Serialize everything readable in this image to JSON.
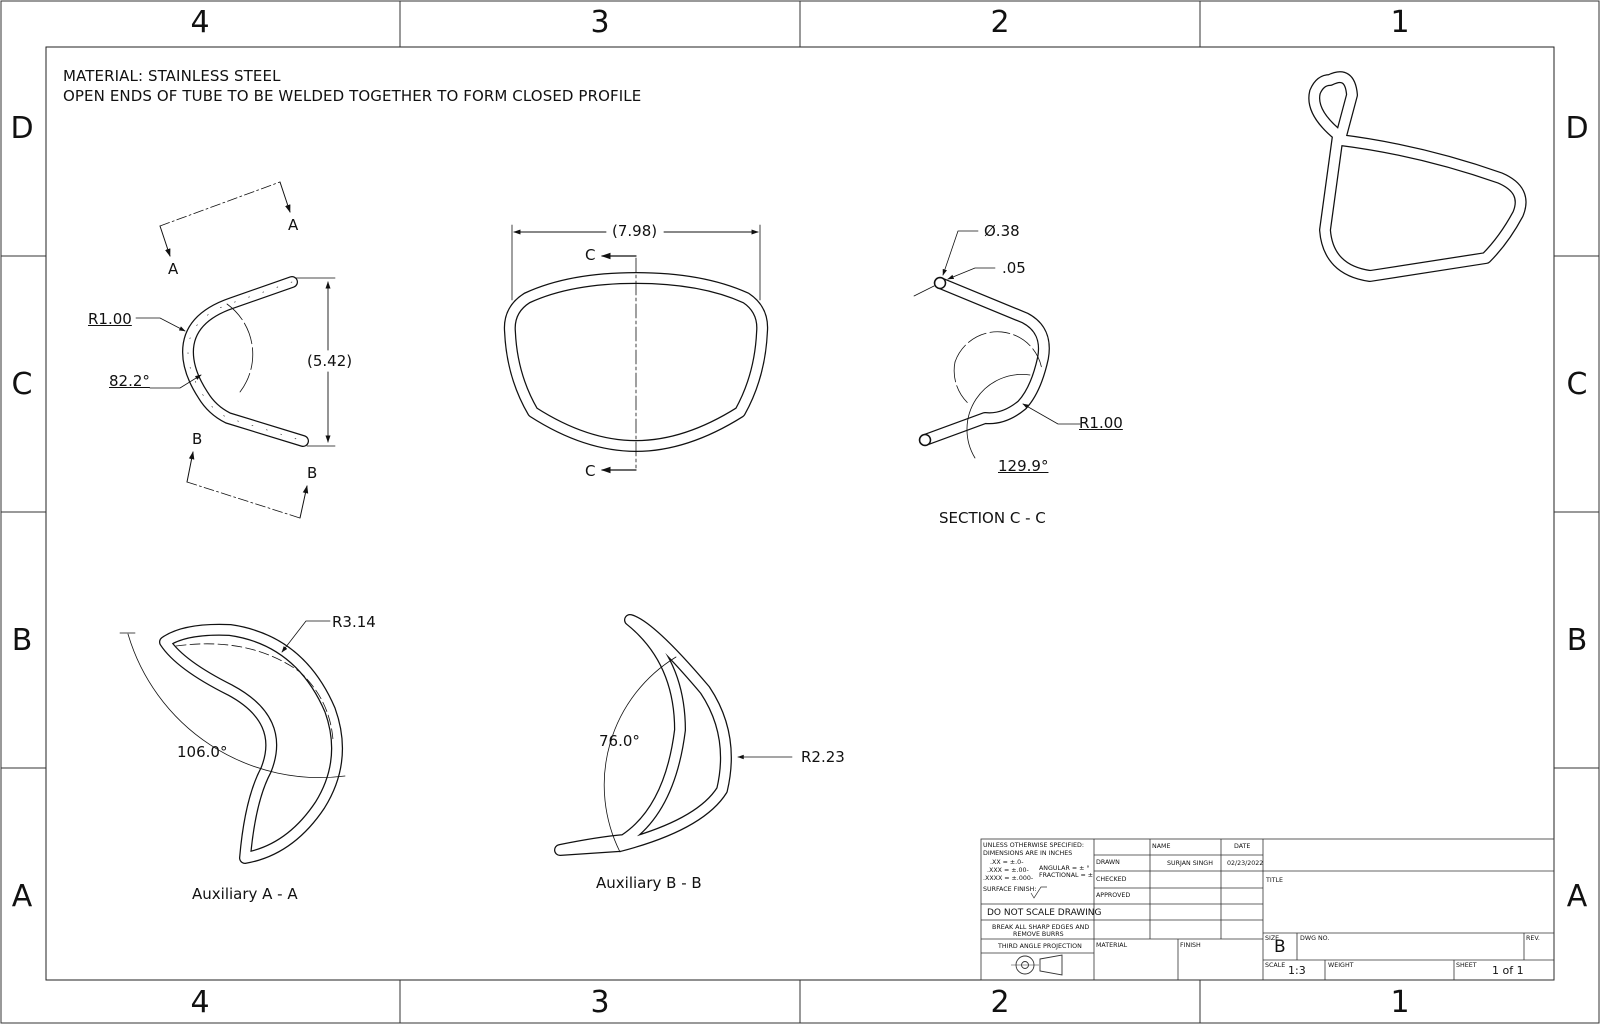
{
  "zones": {
    "columns": [
      "4",
      "3",
      "2",
      "1"
    ],
    "rows": [
      "D",
      "C",
      "B",
      "A"
    ]
  },
  "notes": {
    "material": "MATERIAL: STAINLESS STEEL",
    "weld": "OPEN ENDS OF TUBE TO BE WELDED TOGETHER TO FORM CLOSED PROFILE"
  },
  "views": {
    "front": {
      "section_a1": "A",
      "section_a2": "A",
      "section_b1": "B",
      "section_b2": "B",
      "radius": "R1.00",
      "angle": "82.2°",
      "height": "(5.42)"
    },
    "top": {
      "width": "(7.98)",
      "section_c1": "C",
      "section_c2": "C"
    },
    "section_cc": {
      "diameter": "Ø.38",
      "wall": ".05",
      "radius": "R1.00",
      "angle": "129.9°",
      "title": "SECTION C - C"
    },
    "aux_a": {
      "radius": "R3.14",
      "angle": "106.0°",
      "title": "Auxiliary A - A"
    },
    "aux_b": {
      "angle": "76.0°",
      "radius": "R2.23",
      "title": "Auxiliary B - B"
    }
  },
  "title_block": {
    "spec_lines": [
      "UNLESS OTHERWISE SPECIFIED:",
      "DIMENSIONS ARE IN INCHES"
    ],
    "tol_xx": ".XX = ±.0-",
    "tol_xxx": ".XXX = ±.00-",
    "tol_xxxx": ".XXXX = ±.000-",
    "angular": "ANGULAR = ± °",
    "fractional": "FRACTIONAL = ±",
    "surface_finish": "SURFACE FINISH:",
    "do_not_scale": "DO NOT SCALE DRAWING",
    "break_edges_1": "BREAK ALL SHARP EDGES AND",
    "break_edges_2": "REMOVE BURRS",
    "projection": "THIRD ANGLE PROJECTION",
    "name_header": "NAME",
    "date_header": "DATE",
    "drawn": "DRAWN",
    "drawn_name": "SURJAN SINGH",
    "drawn_date": "02/23/2022",
    "checked": "CHECKED",
    "approved": "APPROVED",
    "material": "MATERIAL",
    "finish": "FINISH",
    "title": "TITLE",
    "size_label": "SIZE",
    "size": "B",
    "dwg_no": "DWG NO.",
    "rev": "REV.",
    "scale_label": "SCALE",
    "scale": "1:3",
    "weight": "WEIGHT",
    "sheet_label": "SHEET",
    "sheet": "1 of 1"
  }
}
